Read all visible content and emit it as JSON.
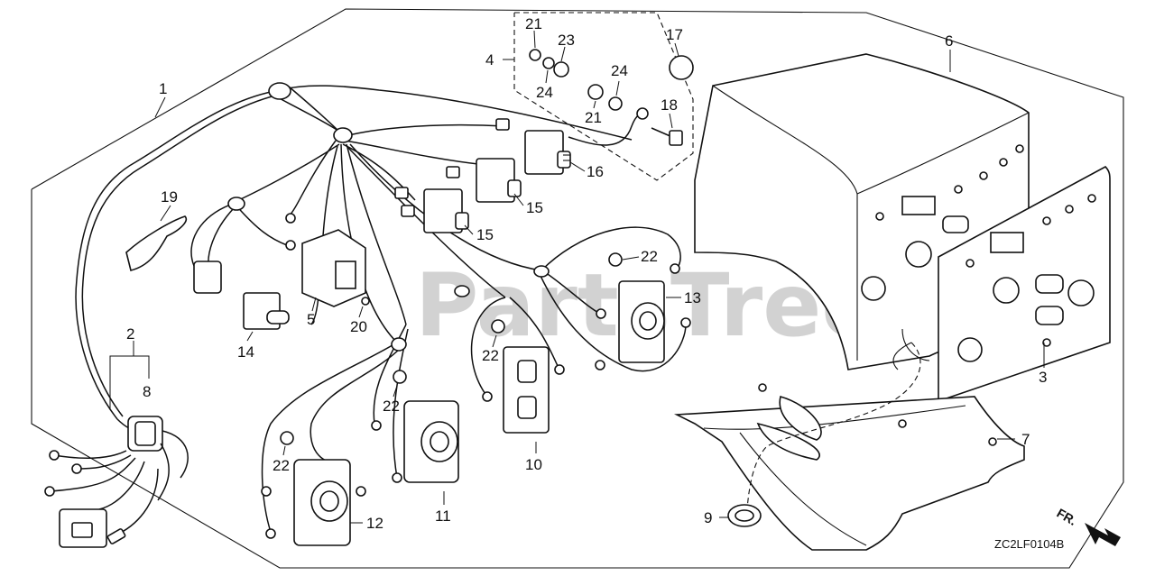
{
  "diagram": {
    "watermark": "PartsTree",
    "watermark_mark": "™",
    "figure_code": "ZC2LF0104B",
    "direction_label": "FR.",
    "callouts": {
      "c1": "1",
      "c2": "2",
      "c3": "3",
      "c4": "4",
      "c5": "5",
      "c6": "6",
      "c7": "7",
      "c8": "8",
      "c9": "9",
      "c10": "10",
      "c11": "11",
      "c12": "12",
      "c13": "13",
      "c14": "14",
      "c15a": "15",
      "c15b": "15",
      "c16": "16",
      "c17": "17",
      "c18": "18",
      "c19": "19",
      "c20": "20",
      "c21a": "21",
      "c21b": "21",
      "c22a": "22",
      "c22b": "22",
      "c22c": "22",
      "c22d": "22",
      "c23": "23",
      "c24a": "24",
      "c24b": "24"
    }
  }
}
